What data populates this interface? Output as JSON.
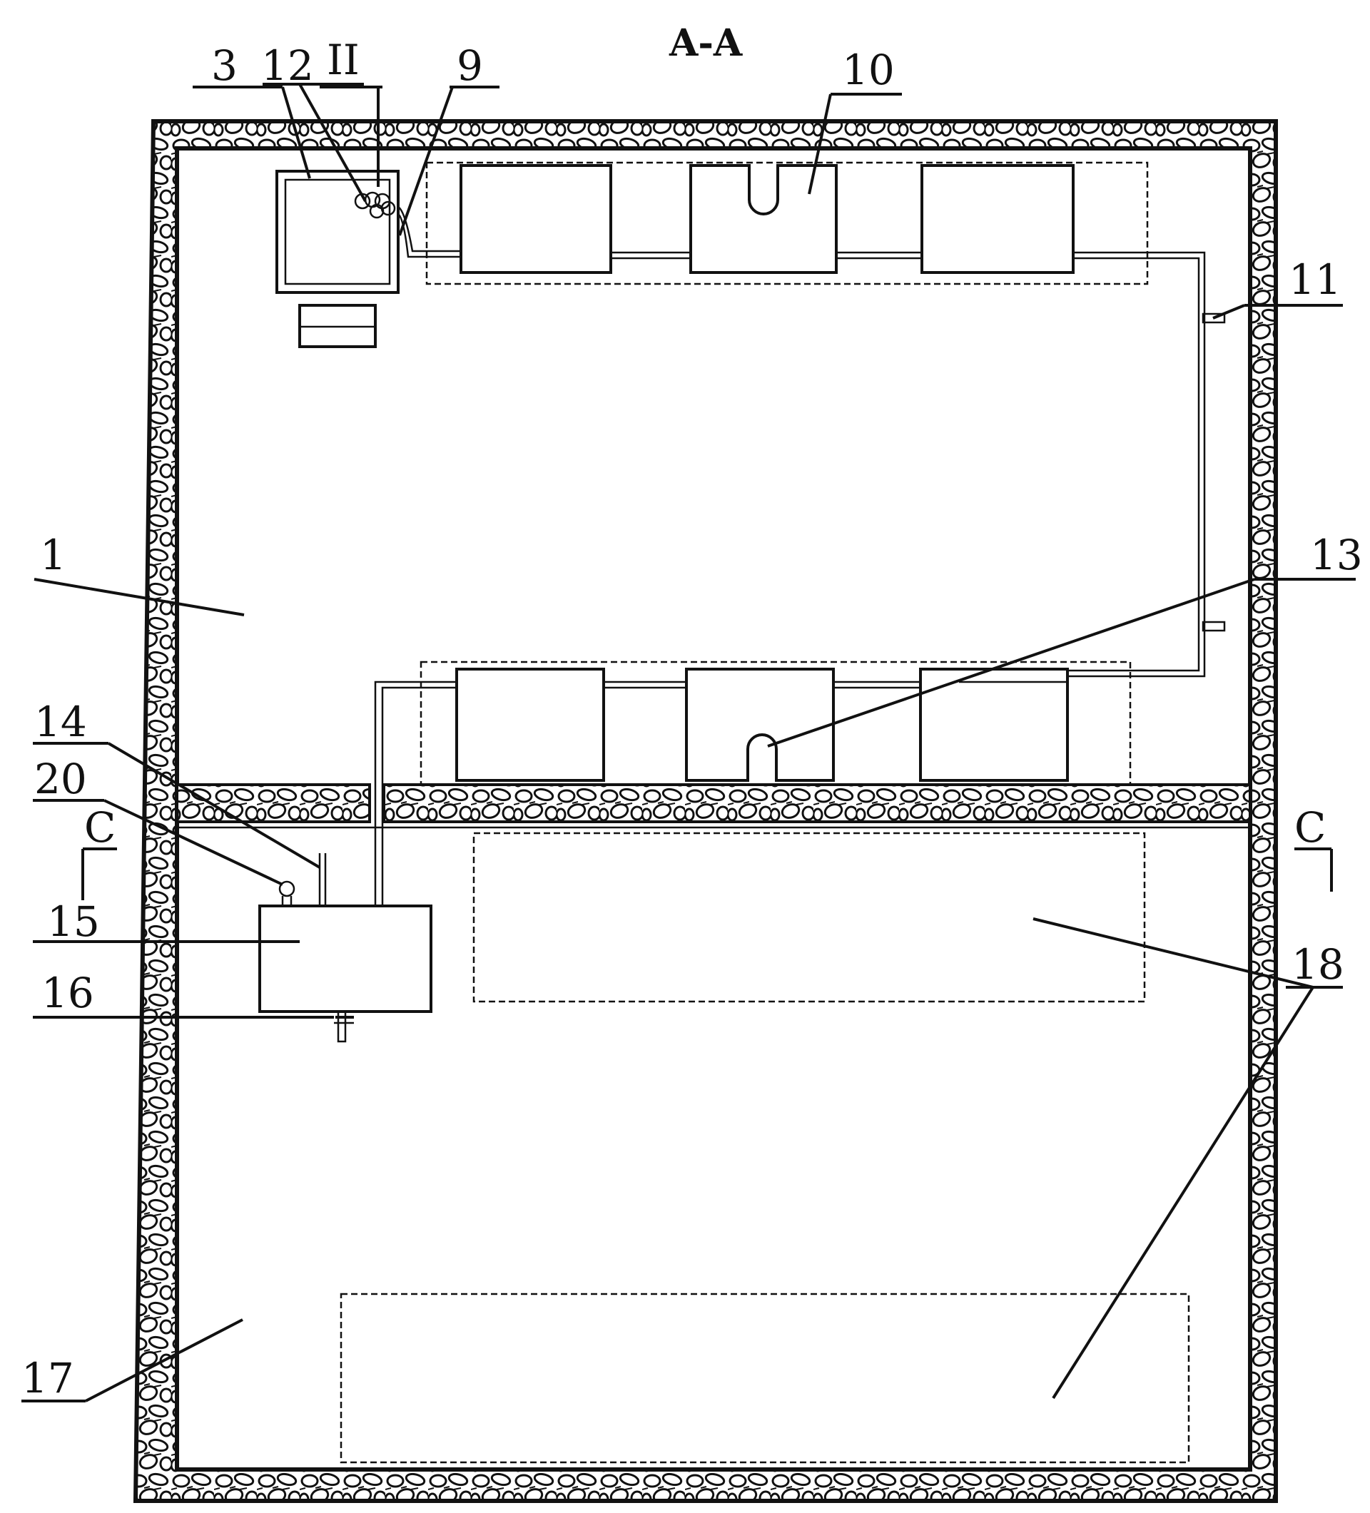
{
  "title": "A-A",
  "labels": {
    "l1": "1",
    "l3": "3",
    "l9": "9",
    "l10": "10",
    "l11": "11",
    "l12": "12",
    "l13": "13",
    "l14": "14",
    "l15": "15",
    "l16": "16",
    "l17": "17",
    "l18": "18",
    "l20": "20",
    "lII": "II",
    "lC_left": "C",
    "lC_right": "C"
  },
  "colors": {
    "ink": "#111111",
    "paper": "#ffffff"
  }
}
